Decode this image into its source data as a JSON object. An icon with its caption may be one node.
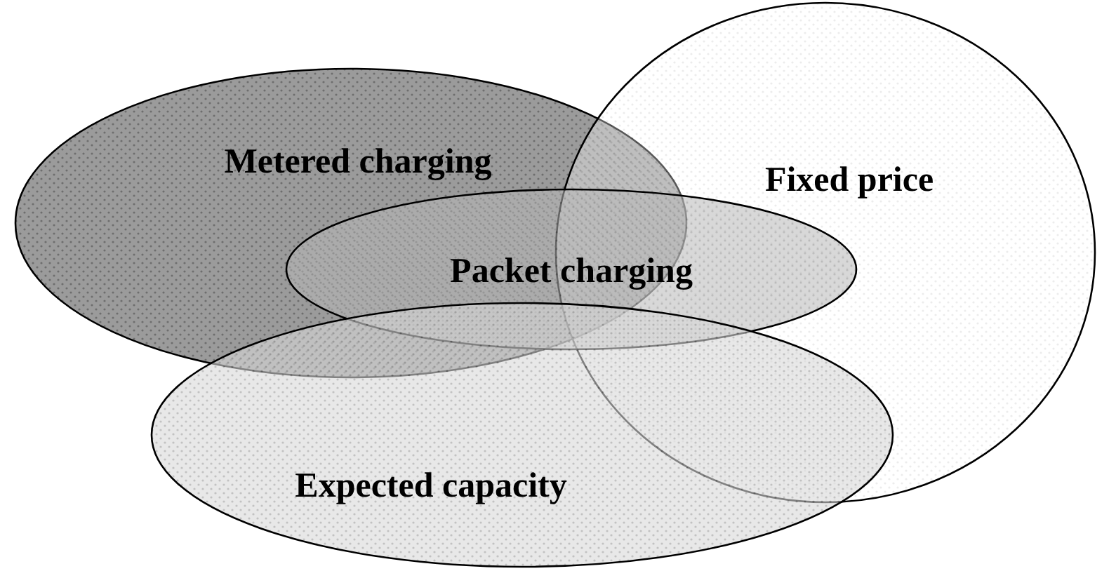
{
  "diagram": {
    "nodes": [
      {
        "text": [
          "Metered charging"
        ]
      },
      {
        "text": [
          "Fixed price"
        ]
      },
      {
        "text": [
          "Packet charging"
        ]
      },
      {
        "text": [
          "Expected capacity"
        ]
      }
    ]
  }
}
